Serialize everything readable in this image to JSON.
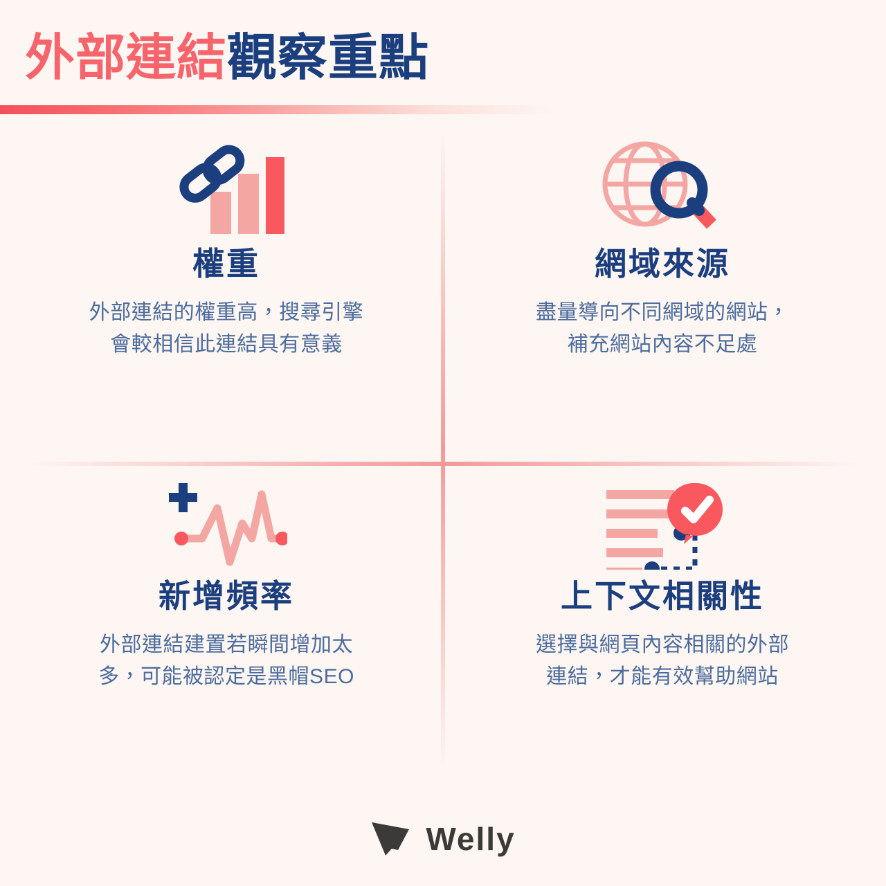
{
  "header": {
    "title_accent": "外部連結",
    "title_rest": "觀察重點",
    "accent_color": "#F7646B",
    "navy_color": "#1B3E7E",
    "rule": "gradient-underline"
  },
  "background_color": "#FDF6F2",
  "divider_color": "#F29A9A",
  "body_text_color": "#4C6C9D",
  "cells": [
    {
      "icon": "link-bar-chart-icon",
      "heading": "權重",
      "body_line1": "外部連結的權重高，搜尋引擎",
      "body_line2": "會較相信此連結具有意義"
    },
    {
      "icon": "globe-search-icon",
      "heading": "網域來源",
      "body_line1": "盡量導向不同網域的網站，",
      "body_line2": "補充網站內容不足處"
    },
    {
      "icon": "pulse-plus-icon",
      "heading": "新增頻率",
      "body_line1": "外部連結建置若瞬間增加太",
      "body_line2": "多，可能被認定是黑帽SEO"
    },
    {
      "icon": "document-check-icon",
      "heading": "上下文相關性",
      "body_line1": "選擇與網頁內容相關的外部",
      "body_line2": "連結，才能有效幫助網站"
    }
  ],
  "footer": {
    "brand": "Welly",
    "logo_icon": "paper-plane-icon",
    "logo_color": "#3C3A38"
  },
  "palette": {
    "coral_bright": "#F9585F",
    "coral_light": "#F4A6A3",
    "coral_mid": "#F48B8B",
    "navy": "#1B3E7E",
    "white": "#FFFFFF"
  }
}
